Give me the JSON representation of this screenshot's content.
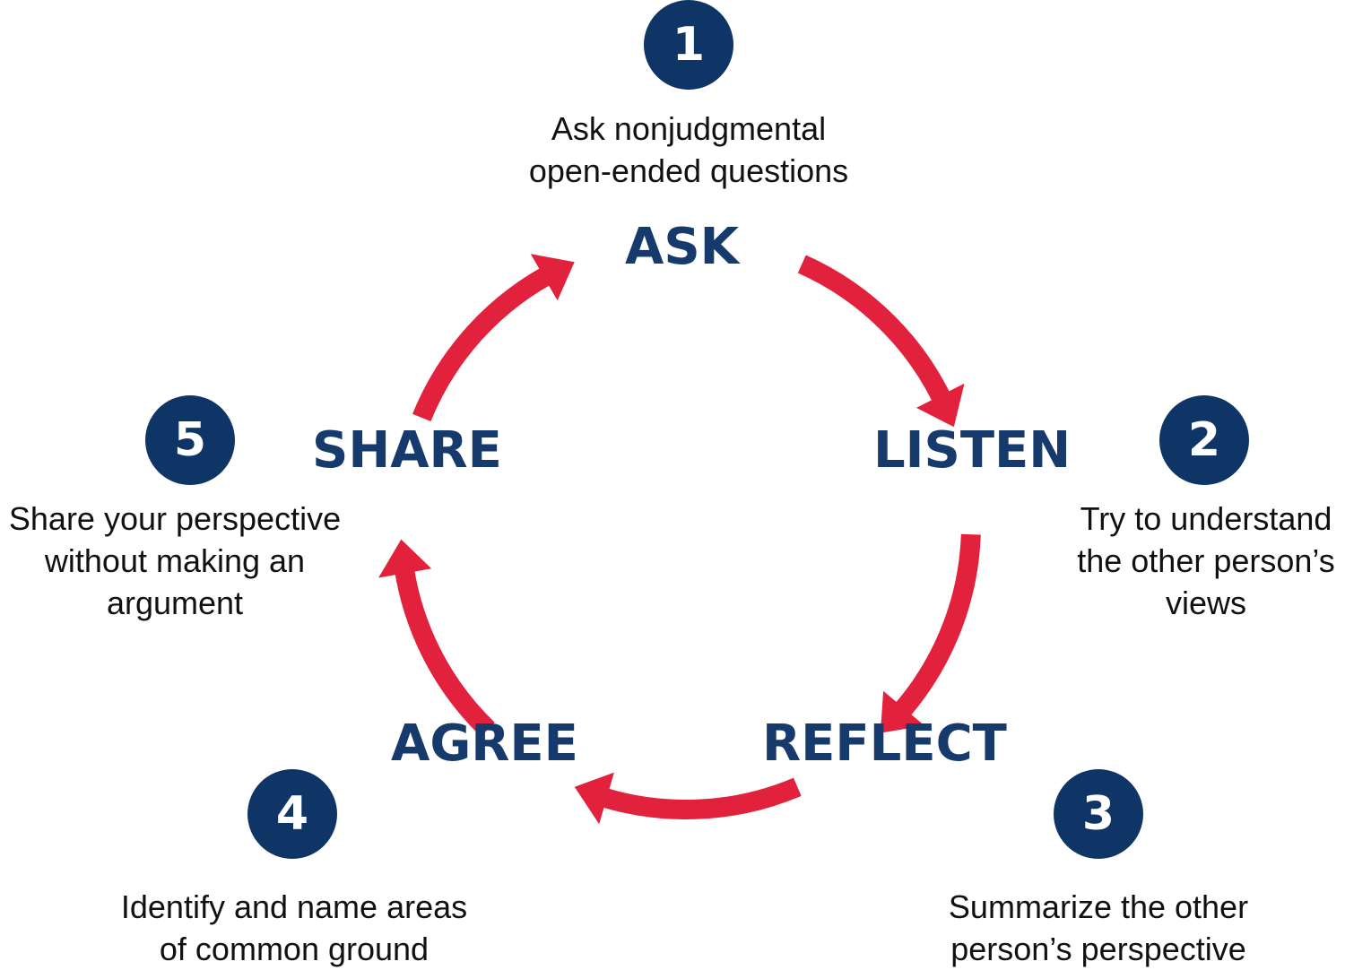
{
  "colors": {
    "navy": "#0f3566",
    "label_navy": "#163a6c",
    "arrow_red": "#e2223c",
    "text": "#111111"
  },
  "steps": [
    {
      "number": "1",
      "label": "ASK",
      "description": [
        "Ask nonjudgmental",
        "open-ended questions"
      ]
    },
    {
      "number": "2",
      "label": "LISTEN",
      "description": [
        "Try to understand",
        "the other person’s",
        "views"
      ]
    },
    {
      "number": "3",
      "label": "REFLECT",
      "description": [
        "Summarize the other",
        "person’s perspective"
      ]
    },
    {
      "number": "4",
      "label": "AGREE",
      "description": [
        "Identify and name areas",
        "of common ground"
      ]
    },
    {
      "number": "5",
      "label": "SHARE",
      "description": [
        "Share your perspective",
        "without making an",
        "argument"
      ]
    }
  ]
}
